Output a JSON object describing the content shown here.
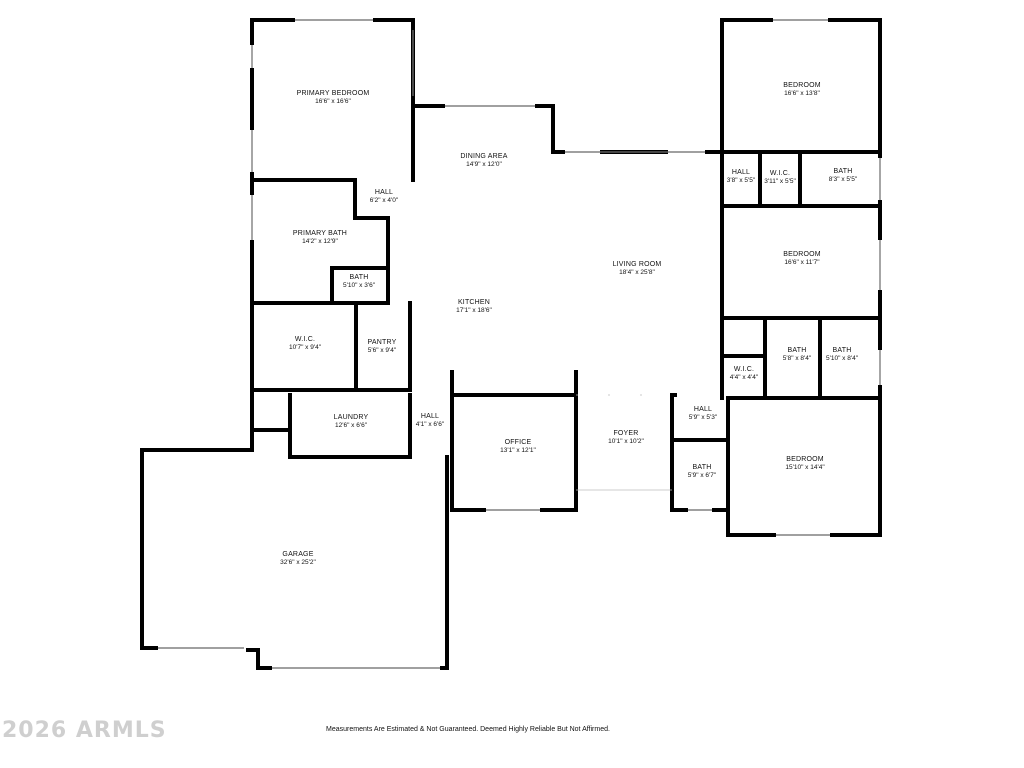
{
  "colors": {
    "wall": "#000000",
    "window": "#ffffff",
    "background": "#ffffff",
    "watermark": "#cfcfcf"
  },
  "rooms": {
    "primary_bedroom": {
      "name": "PRIMARY BEDROOM",
      "dims": "16'6\" x 16'6\""
    },
    "dining_area": {
      "name": "DINING AREA",
      "dims": "14'9\" x 12'0\""
    },
    "hall_primary": {
      "name": "HALL",
      "dims": "6'2\" x 4'0\""
    },
    "primary_bath": {
      "name": "PRIMARY BATH",
      "dims": "14'2\" x 12'9\""
    },
    "bath_small": {
      "name": "BATH",
      "dims": "5'10\" x 3'6\""
    },
    "wic_primary": {
      "name": "W.I.C.",
      "dims": "10'7\" x 9'4\""
    },
    "pantry": {
      "name": "PANTRY",
      "dims": "5'6\" x 9'4\""
    },
    "kitchen": {
      "name": "KITCHEN",
      "dims": "17'1\" x 18'6\""
    },
    "living_room": {
      "name": "LIVING ROOM",
      "dims": "18'4\" x 25'8\""
    },
    "laundry": {
      "name": "LAUNDRY",
      "dims": "12'6\" x 6'6\""
    },
    "hall_laundry": {
      "name": "HALL",
      "dims": "4'1\" x 6'6\""
    },
    "office": {
      "name": "OFFICE",
      "dims": "13'1\" x 12'1\""
    },
    "foyer": {
      "name": "FOYER",
      "dims": "10'1\" x 10'2\""
    },
    "garage": {
      "name": "GARAGE",
      "dims": "32'6\" x 25'2\""
    },
    "bedroom_ne": {
      "name": "BEDROOM",
      "dims": "16'6\" x 13'8\""
    },
    "hall_ne": {
      "name": "HALL",
      "dims": "3'8\" x 5'5\""
    },
    "wic_ne": {
      "name": "W.I.C.",
      "dims": "3'11\" x 5'5\""
    },
    "bath_ne": {
      "name": "BATH",
      "dims": "8'3\" x 5'5\""
    },
    "bedroom_mid": {
      "name": "BEDROOM",
      "dims": "16'6\" x 11'7\""
    },
    "bath_mid_left": {
      "name": "BATH",
      "dims": "5'8\" x 8'4\""
    },
    "bath_mid_right": {
      "name": "BATH",
      "dims": "5'10\" x 8'4\""
    },
    "wic_small": {
      "name": "W.I.C.",
      "dims": "4'4\" x 4'4\""
    },
    "hall_east": {
      "name": "HALL",
      "dims": "5'9\" x 5'3\""
    },
    "bath_east": {
      "name": "BATH",
      "dims": "5'9\" x 6'7\""
    },
    "bedroom_se": {
      "name": "BEDROOM",
      "dims": "15'10\" x 14'4\""
    }
  },
  "watermark": "2026 ARMLS",
  "disclaimer": "Measurements Are Estimated & Not Guaranteed. Deemed Highly Reliable But Not Affirmed."
}
